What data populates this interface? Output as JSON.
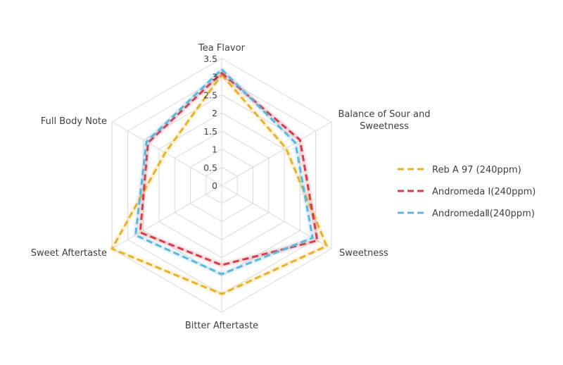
{
  "chart_data": {
    "type": "radar",
    "title": "",
    "axes": [
      {
        "label": "Tea Flavor",
        "label_lines": [
          "Tea Flavor"
        ]
      },
      {
        "label": "Balance of Sour and Sweetness",
        "label_lines": [
          "Balance of Sour and",
          "Sweetness"
        ]
      },
      {
        "label": "Sweetness",
        "label_lines": [
          "Sweetness"
        ]
      },
      {
        "label": "Bitter Aftertaste",
        "label_lines": [
          "Bitter Aftertaste"
        ]
      },
      {
        "label": "Sweet Aftertaste",
        "label_lines": [
          "Sweet Aftertaste"
        ]
      },
      {
        "label": "Full Body Note",
        "label_lines": [
          "Full Body Note"
        ]
      }
    ],
    "rlim": [
      0,
      3.5
    ],
    "ticks": [
      "0",
      "0.5",
      "1",
      "1.5",
      "2",
      "2.5",
      "3",
      "3.5"
    ],
    "tick_values": [
      0,
      0.5,
      1,
      1.5,
      2,
      2.5,
      3,
      3.5
    ],
    "grid": true,
    "legend_position": "right",
    "series": [
      {
        "name": "Reb A 97  (240ppm)",
        "color": "#e8b12a",
        "values": [
          3.05,
          2.05,
          3.35,
          3.0,
          3.5,
          1.8
        ]
      },
      {
        "name": "Andromeda Ⅰ(240ppm)",
        "color": "#d93a4a",
        "values": [
          3.1,
          2.5,
          3.05,
          2.2,
          2.6,
          2.35
        ]
      },
      {
        "name": "AndromedaⅡ(240ppm)",
        "color": "#5bb8d8",
        "values": [
          3.2,
          2.35,
          2.9,
          2.45,
          2.75,
          2.4
        ]
      }
    ]
  }
}
